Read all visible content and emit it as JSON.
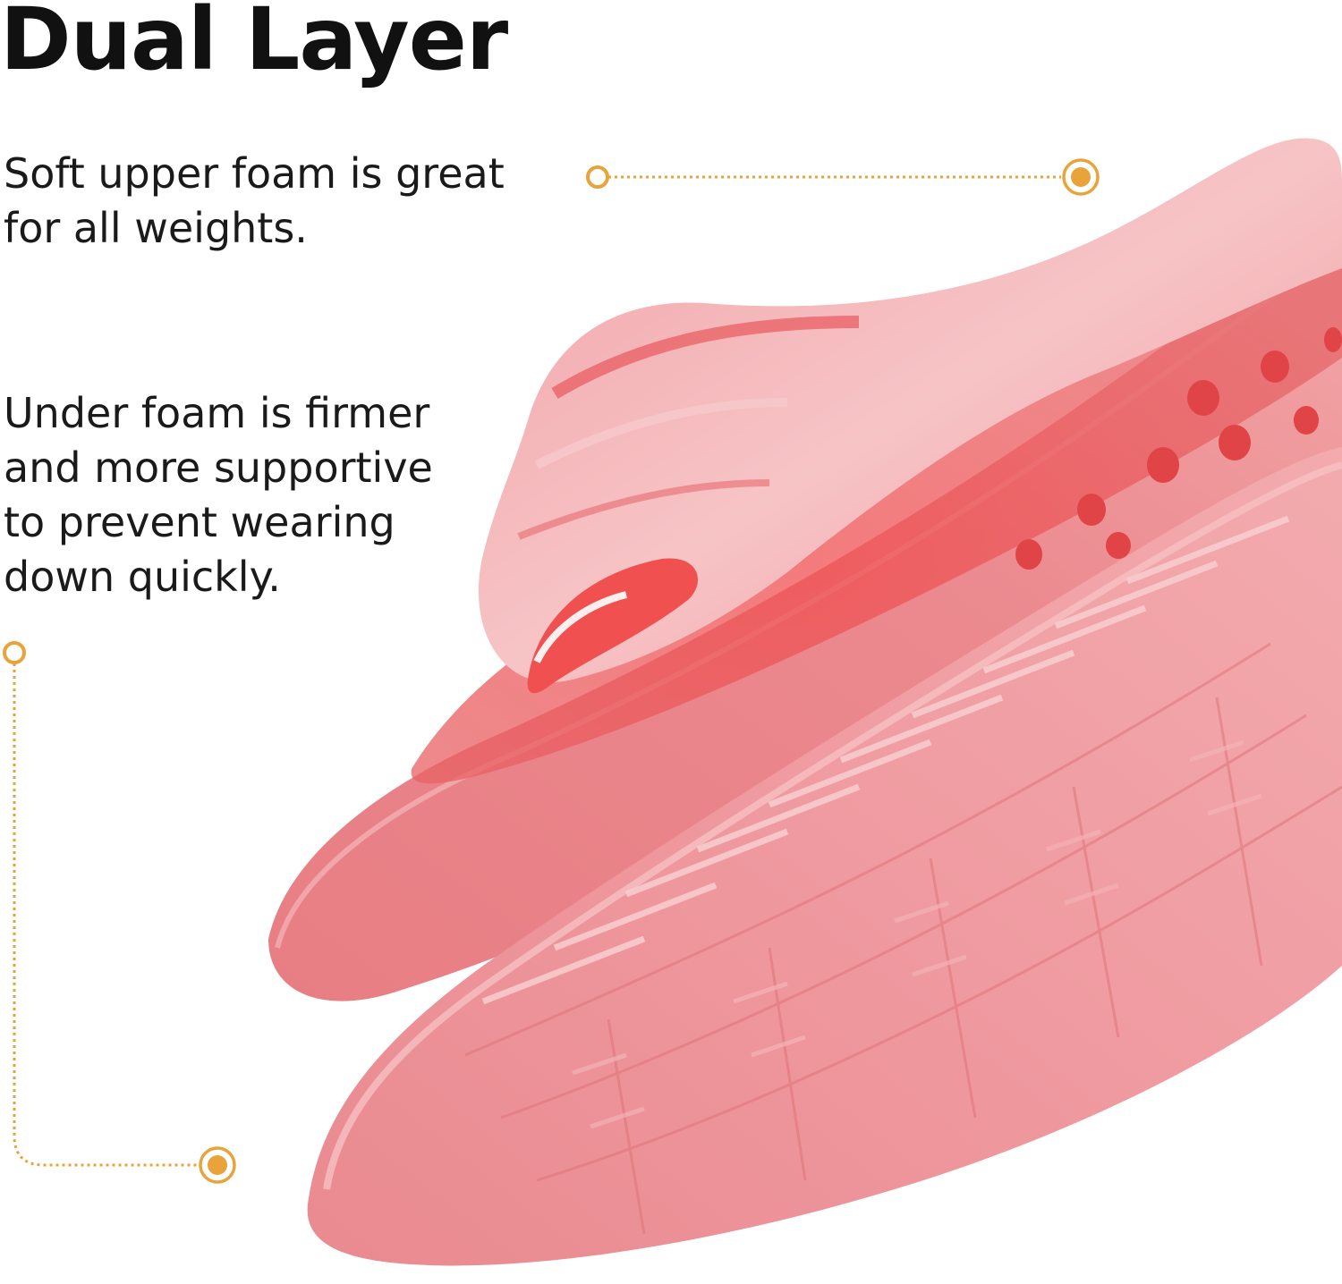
{
  "headline": "Dual Layer",
  "captions": {
    "upper_foam": [
      "Soft upper foam is great",
      "for all weights."
    ],
    "under_foam": [
      "Under foam is firmer",
      "and more supportive",
      "to prevent wearing",
      "down quickly."
    ]
  },
  "colors": {
    "accent": "#E8A33A",
    "slide_pink": "#EE8E92",
    "slide_dark": "#E46468",
    "slide_light": "#F6B7B8",
    "text": "#111111"
  },
  "icons": {
    "callout_start": "hollow-circle-marker",
    "callout_end": "target-dot-marker"
  }
}
